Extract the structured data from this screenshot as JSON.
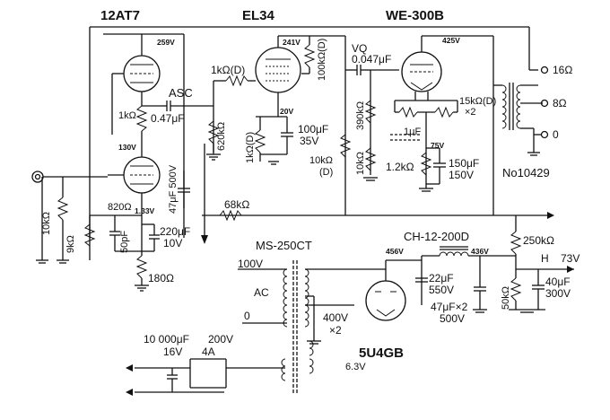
{
  "tubes": {
    "t1": "12AT7",
    "t2": "EL34",
    "t3": "WE-300B",
    "rect": "5U4GB"
  },
  "transformers": {
    "output": "No10429",
    "power": "MS-250CT",
    "choke": "CH-12-200D"
  },
  "voltages": {
    "v259": "259V",
    "v130": "130V",
    "v133": "1.33V",
    "v241": "241V",
    "v20": "20V",
    "v425": "425V",
    "v75": "75V",
    "v456": "456V",
    "v436": "436V",
    "v100": "100V",
    "v400": "400V",
    "x2": "×2",
    "v63": "6.3V",
    "v200": "200V",
    "a4": "4A",
    "v16": "16V",
    "h": "H",
    "v73": "73V",
    "ac": "AC",
    "zero": "0"
  },
  "components": {
    "r1k": "1kΩ",
    "asc": "ASC",
    "c047": "0.47μF",
    "r10k": "10kΩ",
    "r9k": "9kΩ",
    "c50p": "50pF",
    "r820": "820Ω",
    "c220": "220μF",
    "c220v": "10V",
    "r180": "180Ω",
    "c47": "47μF 500V",
    "r68k": "68kΩ",
    "r1kd": "1kΩ(D)",
    "r620k": "620kΩ",
    "r100kd": "100kΩ(D)",
    "c100": "100μF",
    "c100v": "35V",
    "r1kd2": "1kΩ(D)",
    "vq": "VQ",
    "c0047": "0.047μF",
    "r390k": "390kΩ",
    "r10kd": "10kΩ",
    "r10kd_d": "(D)",
    "r10k2": "10kΩ",
    "c1u": "1μF",
    "r15kd": "15kΩ(D)",
    "r15kd_x2": "×2",
    "r12k": "1.2kΩ",
    "c150": "150μF",
    "c150v": "150V",
    "ohm16": "16Ω",
    "ohm8": "8Ω",
    "ohm0": "0",
    "r250k": "250kΩ",
    "r50k": "50kΩ",
    "c40": "40μF",
    "c40v": "300V",
    "c22": "22μF",
    "c22v": "550V",
    "c47x2": "47μF×2",
    "c47x2v": "500V",
    "c10000": "10 000μF"
  },
  "colors": {
    "ink": "#111111",
    "paper": "#ffffff"
  }
}
